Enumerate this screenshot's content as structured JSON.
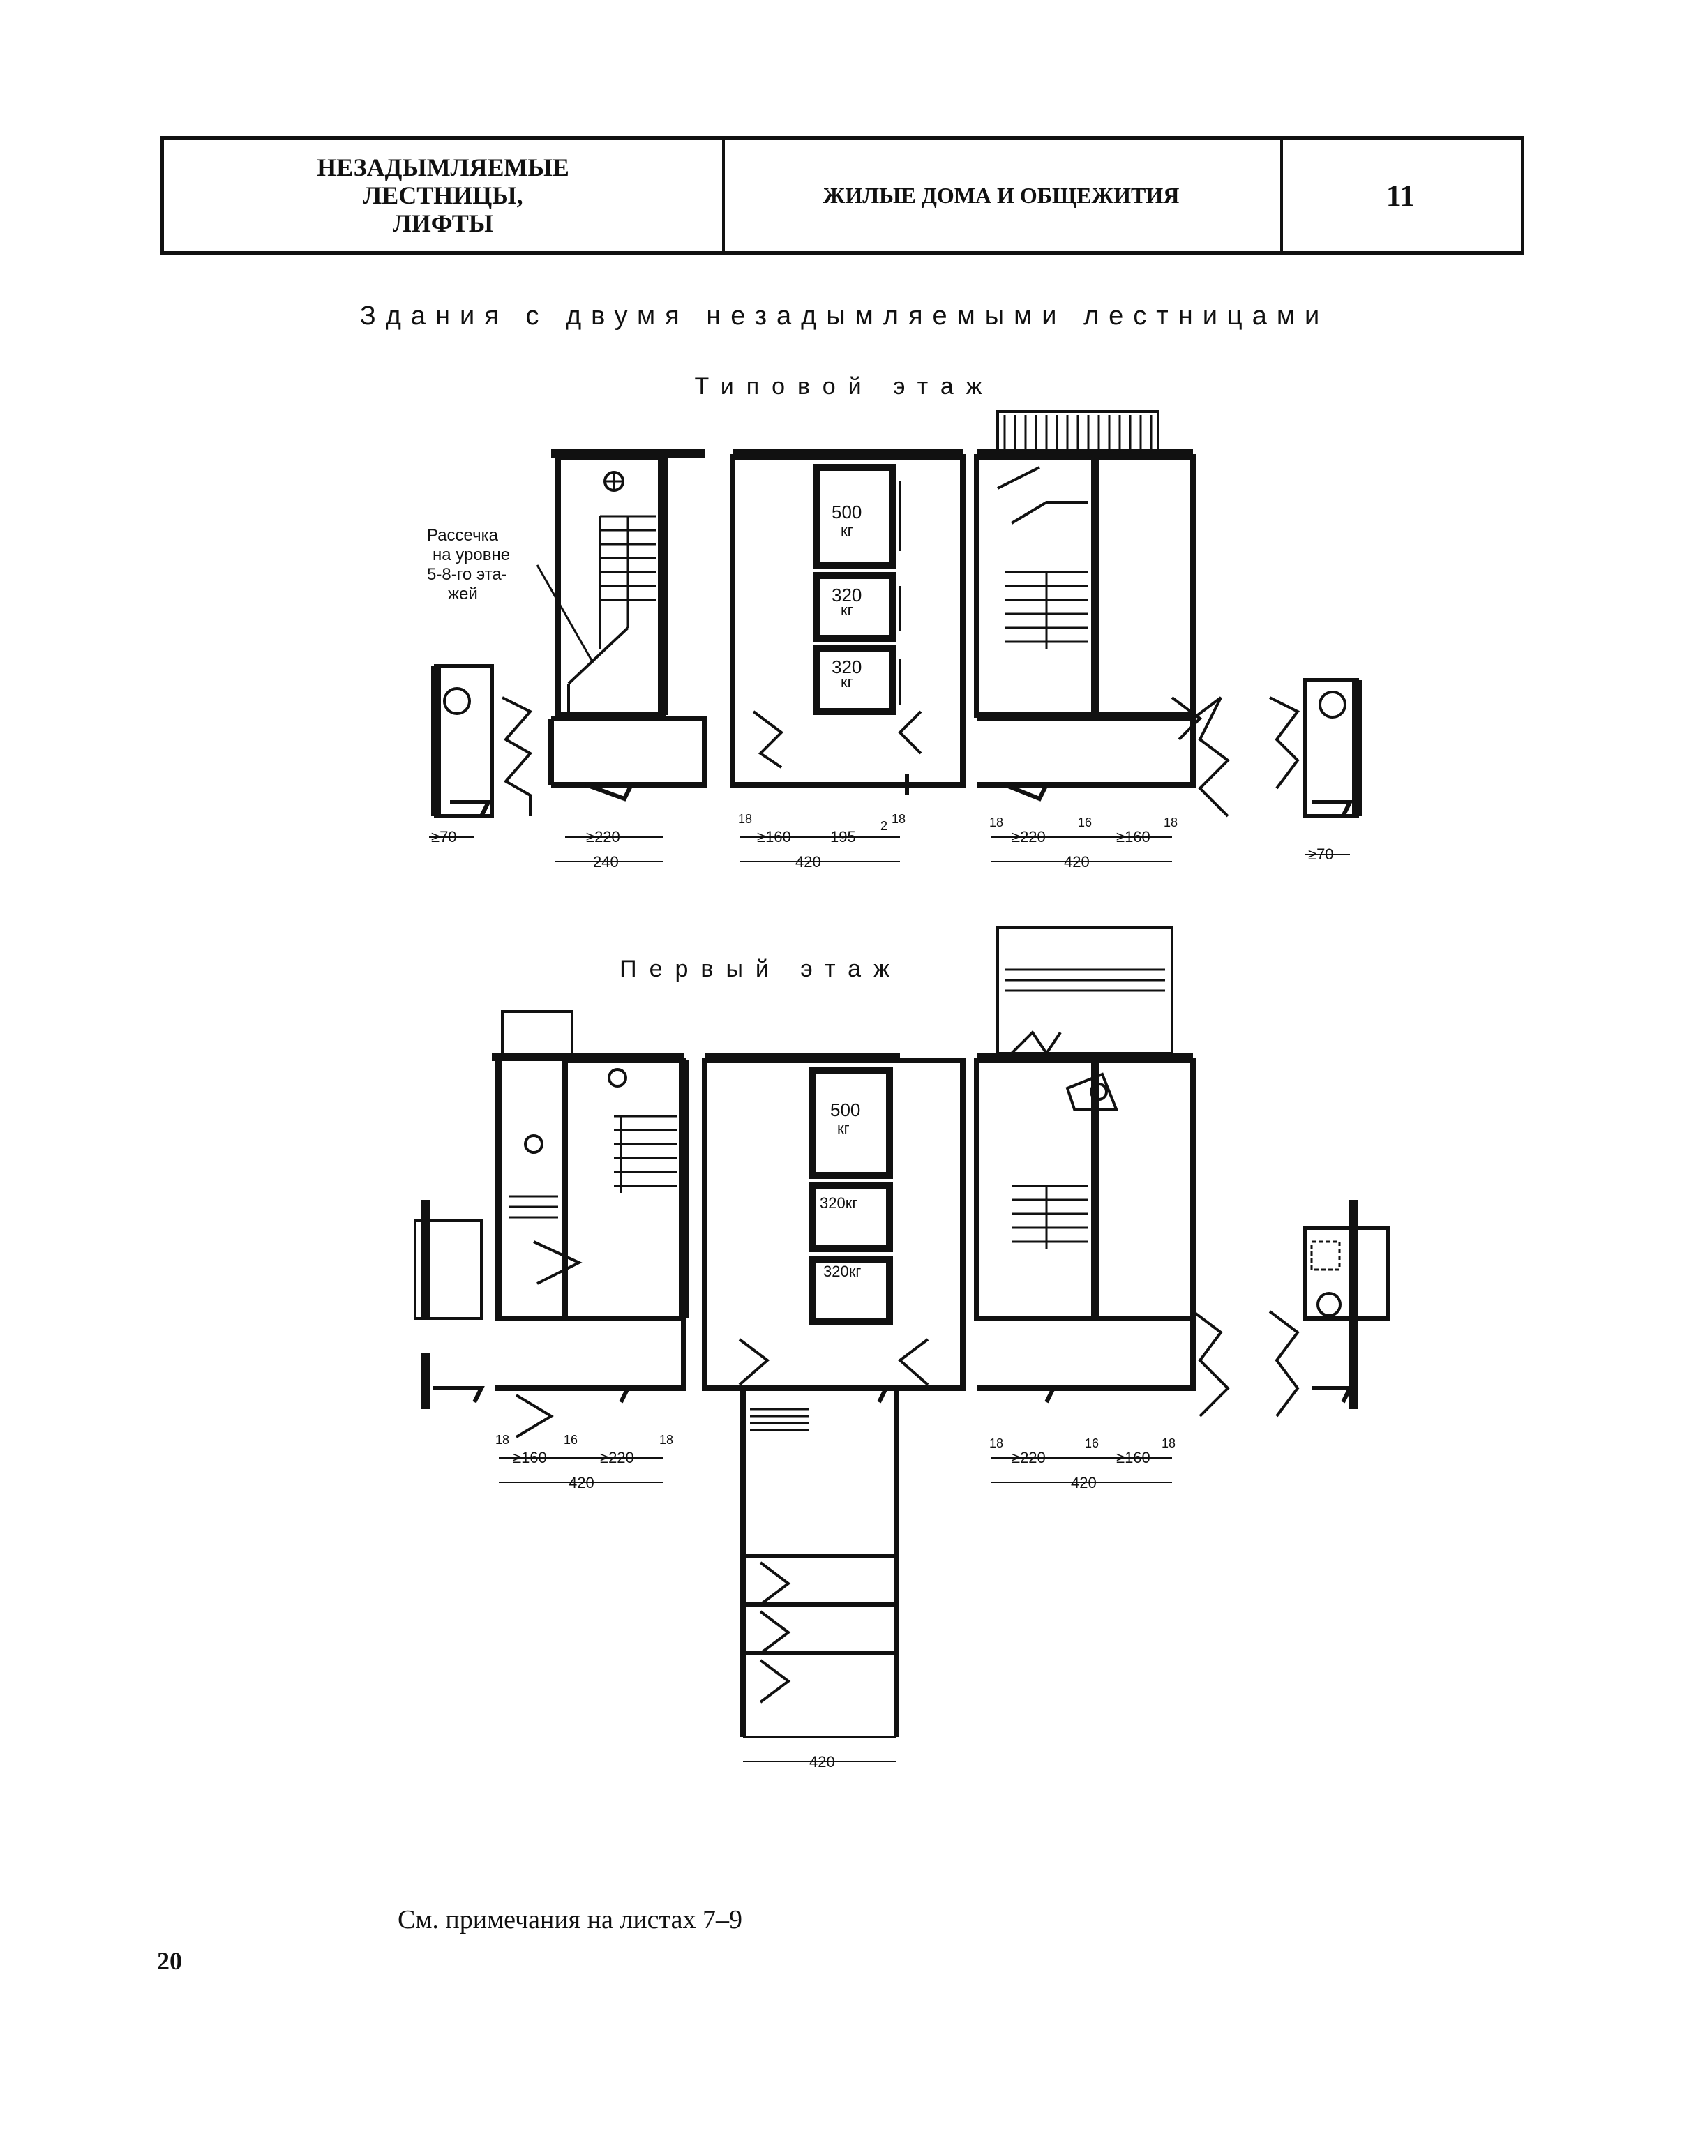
{
  "header": {
    "section_title": "НЕЗАДЫМЛЯЕМЫЕ ЛЕСТНИЦЫ, ЛИФТЫ",
    "section_title_lines": [
      "НЕЗАДЫМЛЯЕМЫЕ",
      "ЛЕСТНИЦЫ,",
      "ЛИФТЫ"
    ],
    "category": "ЖИЛЫЕ ДОМА И ОБЩЕЖИТИЯ",
    "sheet_number": "11"
  },
  "main_title": "Здания с двумя незадымляемыми лестницами",
  "typical_floor": {
    "label": "Типовой этаж",
    "annotation_lines": [
      "Рассечка",
      "на уровне",
      "5-8-го эта-",
      "жей"
    ],
    "lift_labels": [
      [
        "500",
        "кг"
      ],
      [
        "320",
        "кг"
      ],
      [
        "320",
        "кг"
      ]
    ],
    "dims": {
      "left_70": "≥70",
      "a1": "≥220",
      "a2": "240",
      "b_small_1": "18",
      "b1": "≥160",
      "b2": "195",
      "b_small_2": "2",
      "b_small_3": "18",
      "b_total": "420",
      "c_small_1": "18",
      "c1": "≥220",
      "c_small_2": "16",
      "c2": "≥160",
      "c_small_3": "18",
      "c_total": "420",
      "right_70": "≥70"
    }
  },
  "first_floor": {
    "label": "Первый этаж",
    "lift_labels": [
      "500",
      "кг",
      "320кг",
      "320кг"
    ],
    "dims": {
      "l_small_1": "18",
      "l1": "≥160",
      "l_small_2": "16",
      "l2": "≥220",
      "l_small_3": "18",
      "l_total": "420",
      "r_small_1": "18",
      "r1": "≥220",
      "r_small_2": "16",
      "r2": "≥160",
      "r_small_3": "18",
      "r_total": "420",
      "vestibule_total": "420"
    }
  },
  "footnote": "См. примечания на листах 7–9",
  "page_number": "20"
}
